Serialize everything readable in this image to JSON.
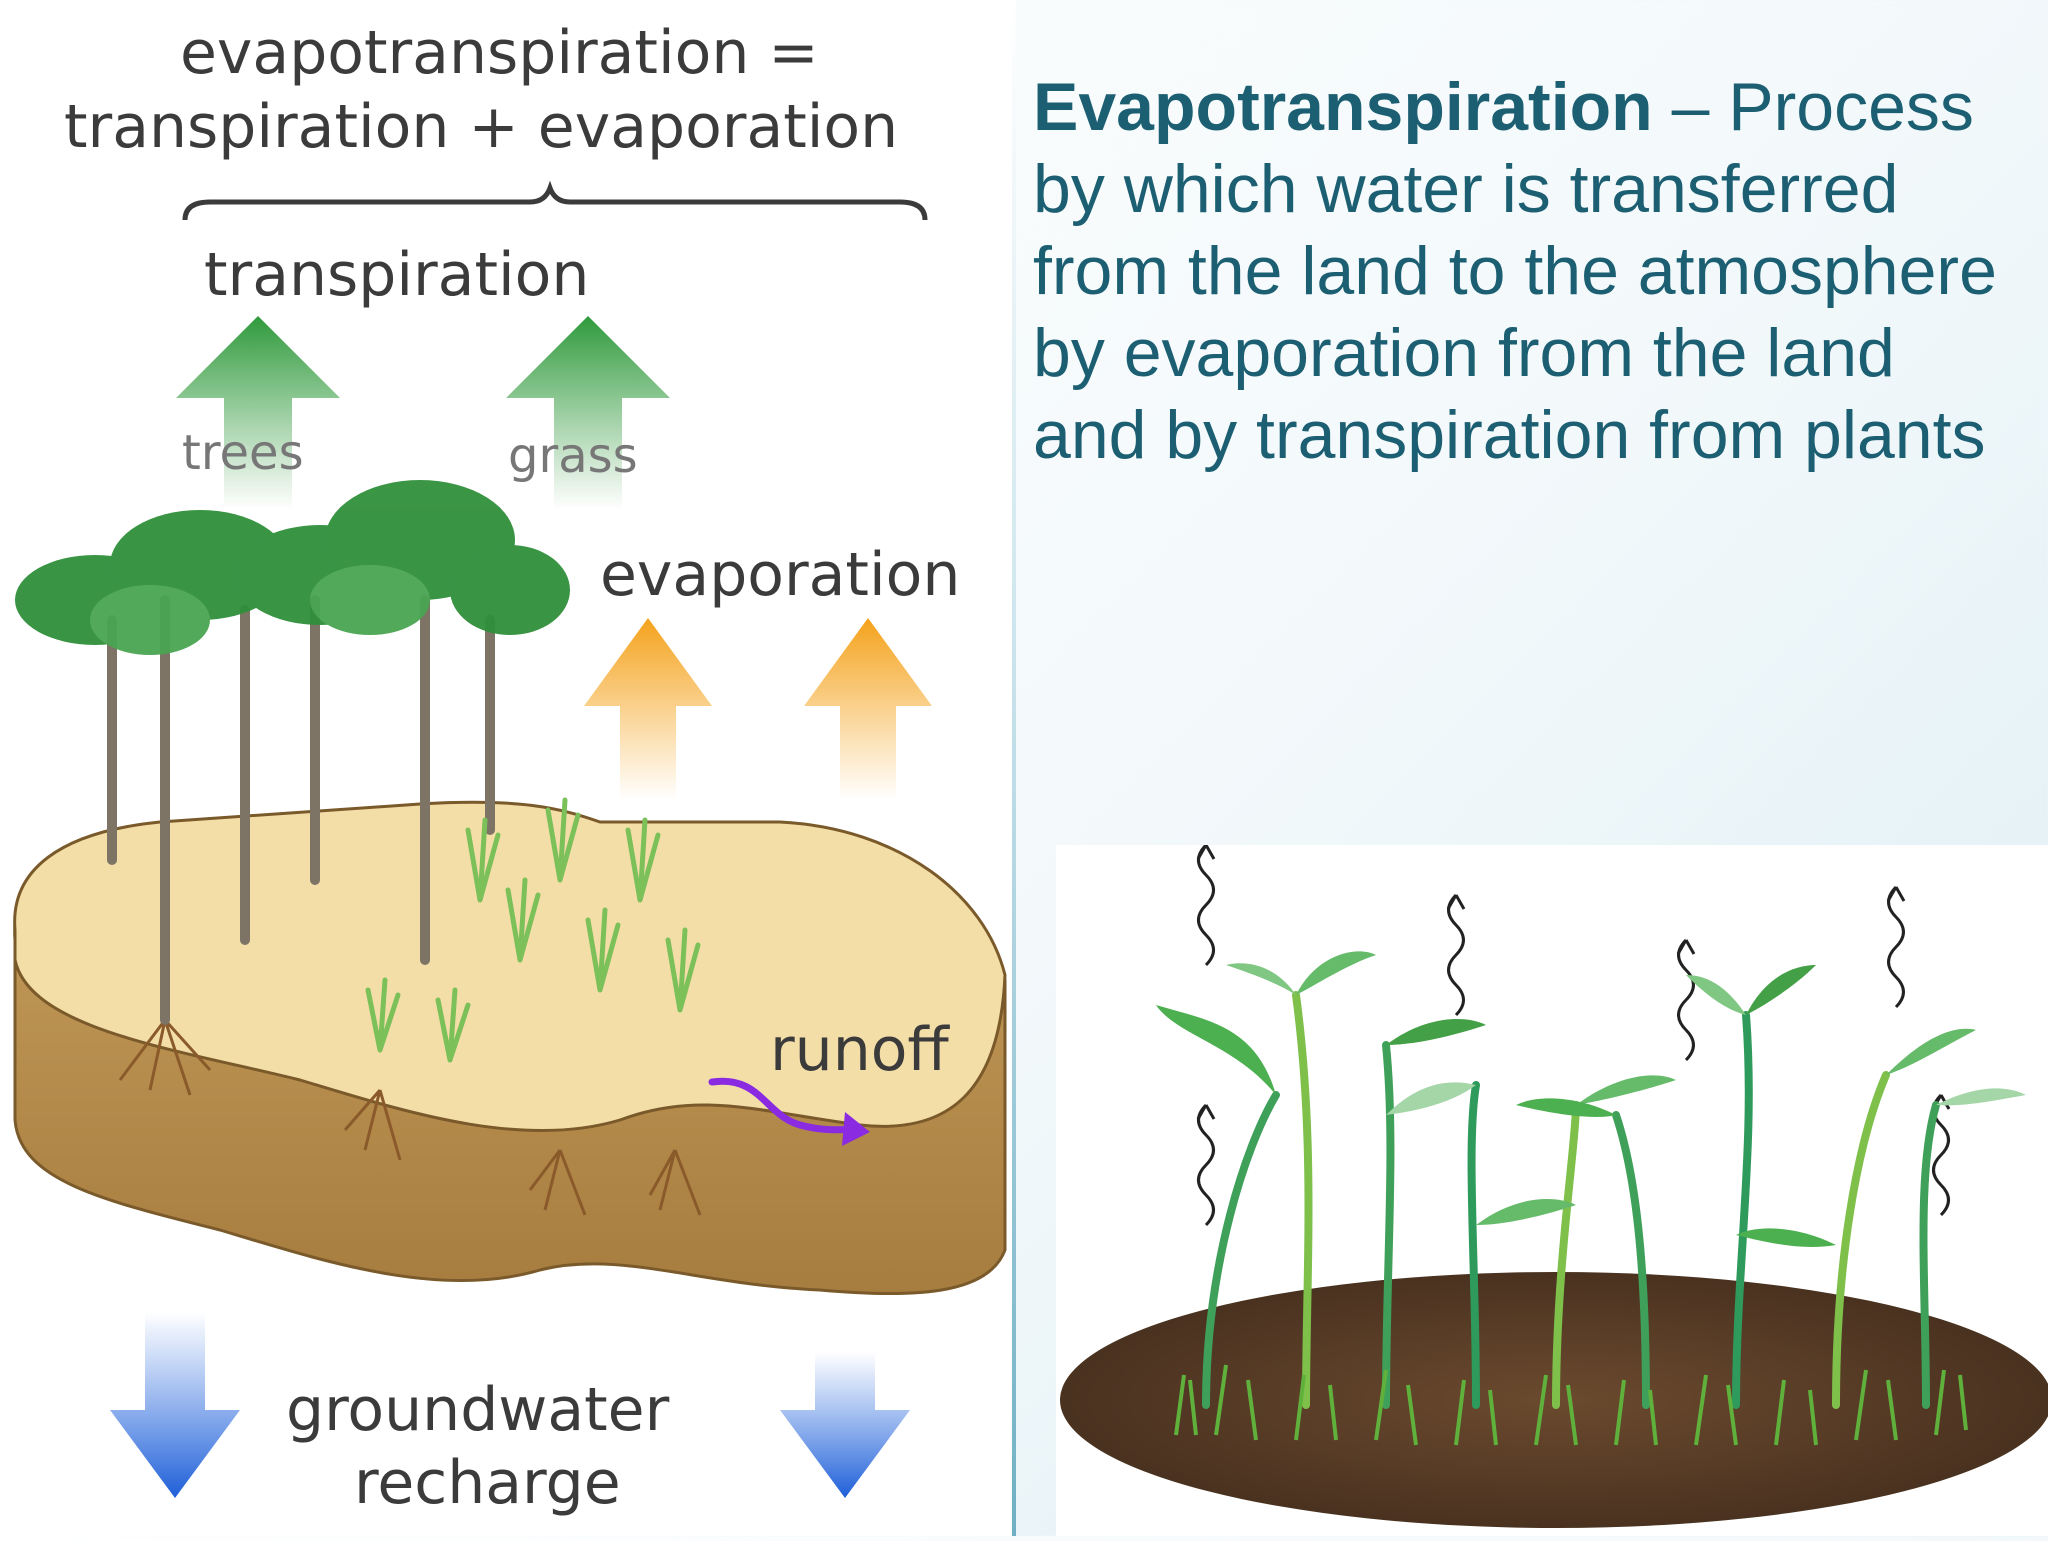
{
  "diagram": {
    "equation_line1": "evapotranspiration =",
    "equation_line2": "transpiration + evaporation",
    "transpiration_label": "transpiration",
    "trees_label": "trees",
    "grass_label": "grass",
    "evaporation_label": "evaporation",
    "runoff_label": "runoff",
    "groundwater_line1": "groundwater",
    "groundwater_line2": "recharge"
  },
  "definition": {
    "term": "Evapotranspiration",
    "text": " – Process by which water is transferred from the land to the atmosphere by evaporation from the land and by transpiration from plants"
  },
  "colors": {
    "text_teal": "#1c5f72",
    "transpiration_arrow": "#3f9f48",
    "evaporation_arrow": "#f5a623",
    "groundwater_arrow": "#2f6fe0",
    "runoff_arrow": "#8a2be2",
    "soil_top": "#f2dca4",
    "soil_side": "#b89150"
  }
}
